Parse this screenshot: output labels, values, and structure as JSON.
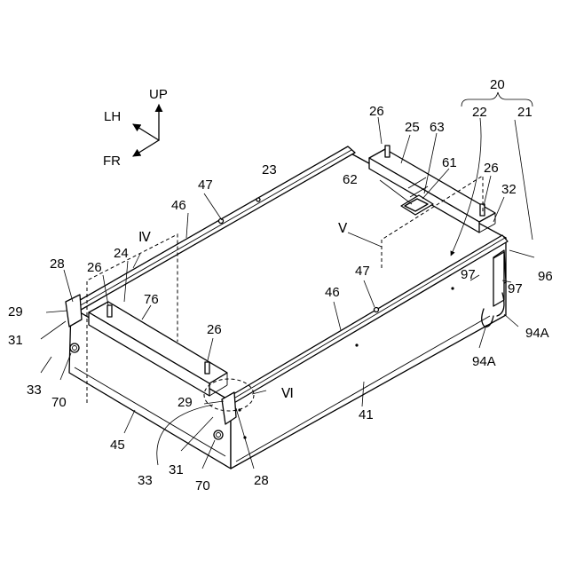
{
  "axes": {
    "up": "UP",
    "lh": "LH",
    "fr": "FR"
  },
  "group": "20",
  "views": {
    "iv": "Ⅳ",
    "v": "Ⅴ",
    "vi": "Ⅵ"
  },
  "labels": [
    {
      "id": "l21",
      "text": "21"
    },
    {
      "id": "l22",
      "text": "22"
    },
    {
      "id": "l23",
      "text": "23"
    },
    {
      "id": "l24",
      "text": "24"
    },
    {
      "id": "l25",
      "text": "25"
    },
    {
      "id": "l26a",
      "text": "26"
    },
    {
      "id": "l26b",
      "text": "26"
    },
    {
      "id": "l26c",
      "text": "26"
    },
    {
      "id": "l26d",
      "text": "26"
    },
    {
      "id": "l28a",
      "text": "28"
    },
    {
      "id": "l28b",
      "text": "28"
    },
    {
      "id": "l29a",
      "text": "29"
    },
    {
      "id": "l29b",
      "text": "29"
    },
    {
      "id": "l31a",
      "text": "31"
    },
    {
      "id": "l31b",
      "text": "31"
    },
    {
      "id": "l32",
      "text": "32"
    },
    {
      "id": "l33a",
      "text": "33"
    },
    {
      "id": "l33b",
      "text": "33"
    },
    {
      "id": "l41",
      "text": "41"
    },
    {
      "id": "l45",
      "text": "45"
    },
    {
      "id": "l46a",
      "text": "46"
    },
    {
      "id": "l46b",
      "text": "46"
    },
    {
      "id": "l47a",
      "text": "47"
    },
    {
      "id": "l47b",
      "text": "47"
    },
    {
      "id": "l61",
      "text": "61"
    },
    {
      "id": "l62",
      "text": "62"
    },
    {
      "id": "l63",
      "text": "63"
    },
    {
      "id": "l70a",
      "text": "70"
    },
    {
      "id": "l70b",
      "text": "70"
    },
    {
      "id": "l76",
      "text": "76"
    },
    {
      "id": "l94a",
      "text": "94A"
    },
    {
      "id": "l94b",
      "text": "94A"
    },
    {
      "id": "l96",
      "text": "96"
    },
    {
      "id": "l97a",
      "text": "97"
    },
    {
      "id": "l97b",
      "text": "97"
    }
  ]
}
